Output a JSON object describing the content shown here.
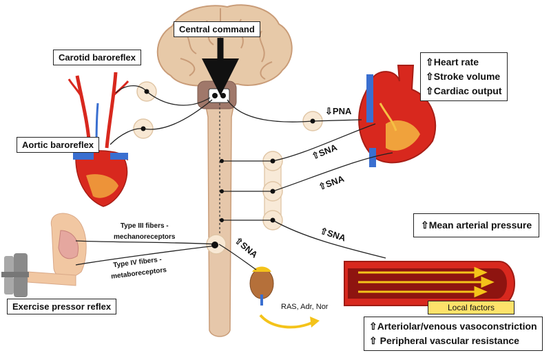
{
  "boxes": {
    "central_command": "Central command",
    "carotid_baroreflex": "Carotid baroreflex",
    "aortic_baroreflex": "Aortic baroreflex",
    "exercise_pressor_reflex": "Exercise pressor reflex",
    "mean_arterial_pressure": "⇧Mean arterial pressure",
    "local_factors": "Local factors"
  },
  "cardiac_outputs": [
    "⇧Heart rate",
    "⇧Stroke volume",
    "⇧Cardiac output"
  ],
  "vascular_outputs": [
    "⇧Arteriolar/venous vasoconstriction",
    "⇧ Peripheral vascular resistance"
  ],
  "nerve_labels": {
    "pna": "⇩PNA",
    "sna_heart_1": "⇧SNA",
    "sna_heart_2": "⇧SNA",
    "sna_vessel": "⇧SNA",
    "sna_adrenal": "⇧SNA"
  },
  "fiber_labels": {
    "type3_line1": "Type III fibers -",
    "type3_line2": "mechanoreceptors",
    "type4_line1": "Type IV fibers -",
    "type4_line2": "metaboreceptors"
  },
  "hormones": "RAS, Adr, Nor",
  "colors": {
    "brain": "#e7c9a8",
    "spinal_cord": "#e6c7aa",
    "brainstem": "#a0786a",
    "artery_red": "#d8281e",
    "vein_blue": "#3a6fd0",
    "vessel_arrows": "#f4c31a",
    "local_factors_fill": "#fde26a",
    "ganglion_fill": "#f8e8d4",
    "muscle_pink": "#e5a79f"
  }
}
